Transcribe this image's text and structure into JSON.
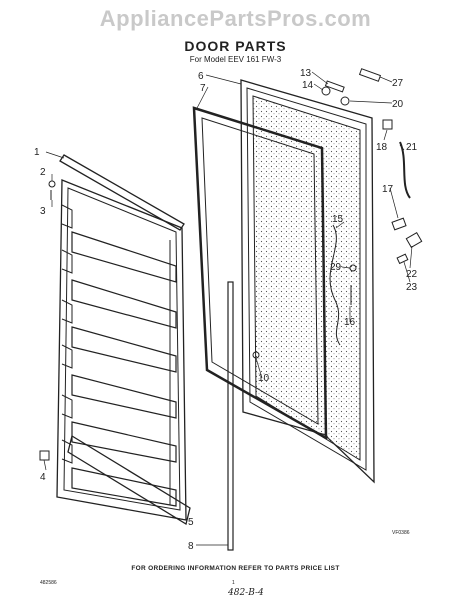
{
  "watermark": "AppliancePartsPros.com",
  "title": "DOOR PARTS",
  "subtitle": "For Model EEV 161 FW-3",
  "footer": "FOR ORDERING INFORMATION REFER TO PARTS PRICE LIST",
  "footer_left": "482586",
  "footer_mid": "1",
  "footer_handwritten": "482-B-4",
  "diagram_code": "VF0386",
  "callouts": [
    "1",
    "2",
    "3",
    "4",
    "5",
    "6",
    "7",
    "8",
    "10",
    "13",
    "14",
    "15",
    "16",
    "17",
    "18",
    "20",
    "21",
    "22",
    "23",
    "27",
    "29"
  ],
  "colors": {
    "line": "#222222",
    "watermark": "#c9c9c9"
  }
}
